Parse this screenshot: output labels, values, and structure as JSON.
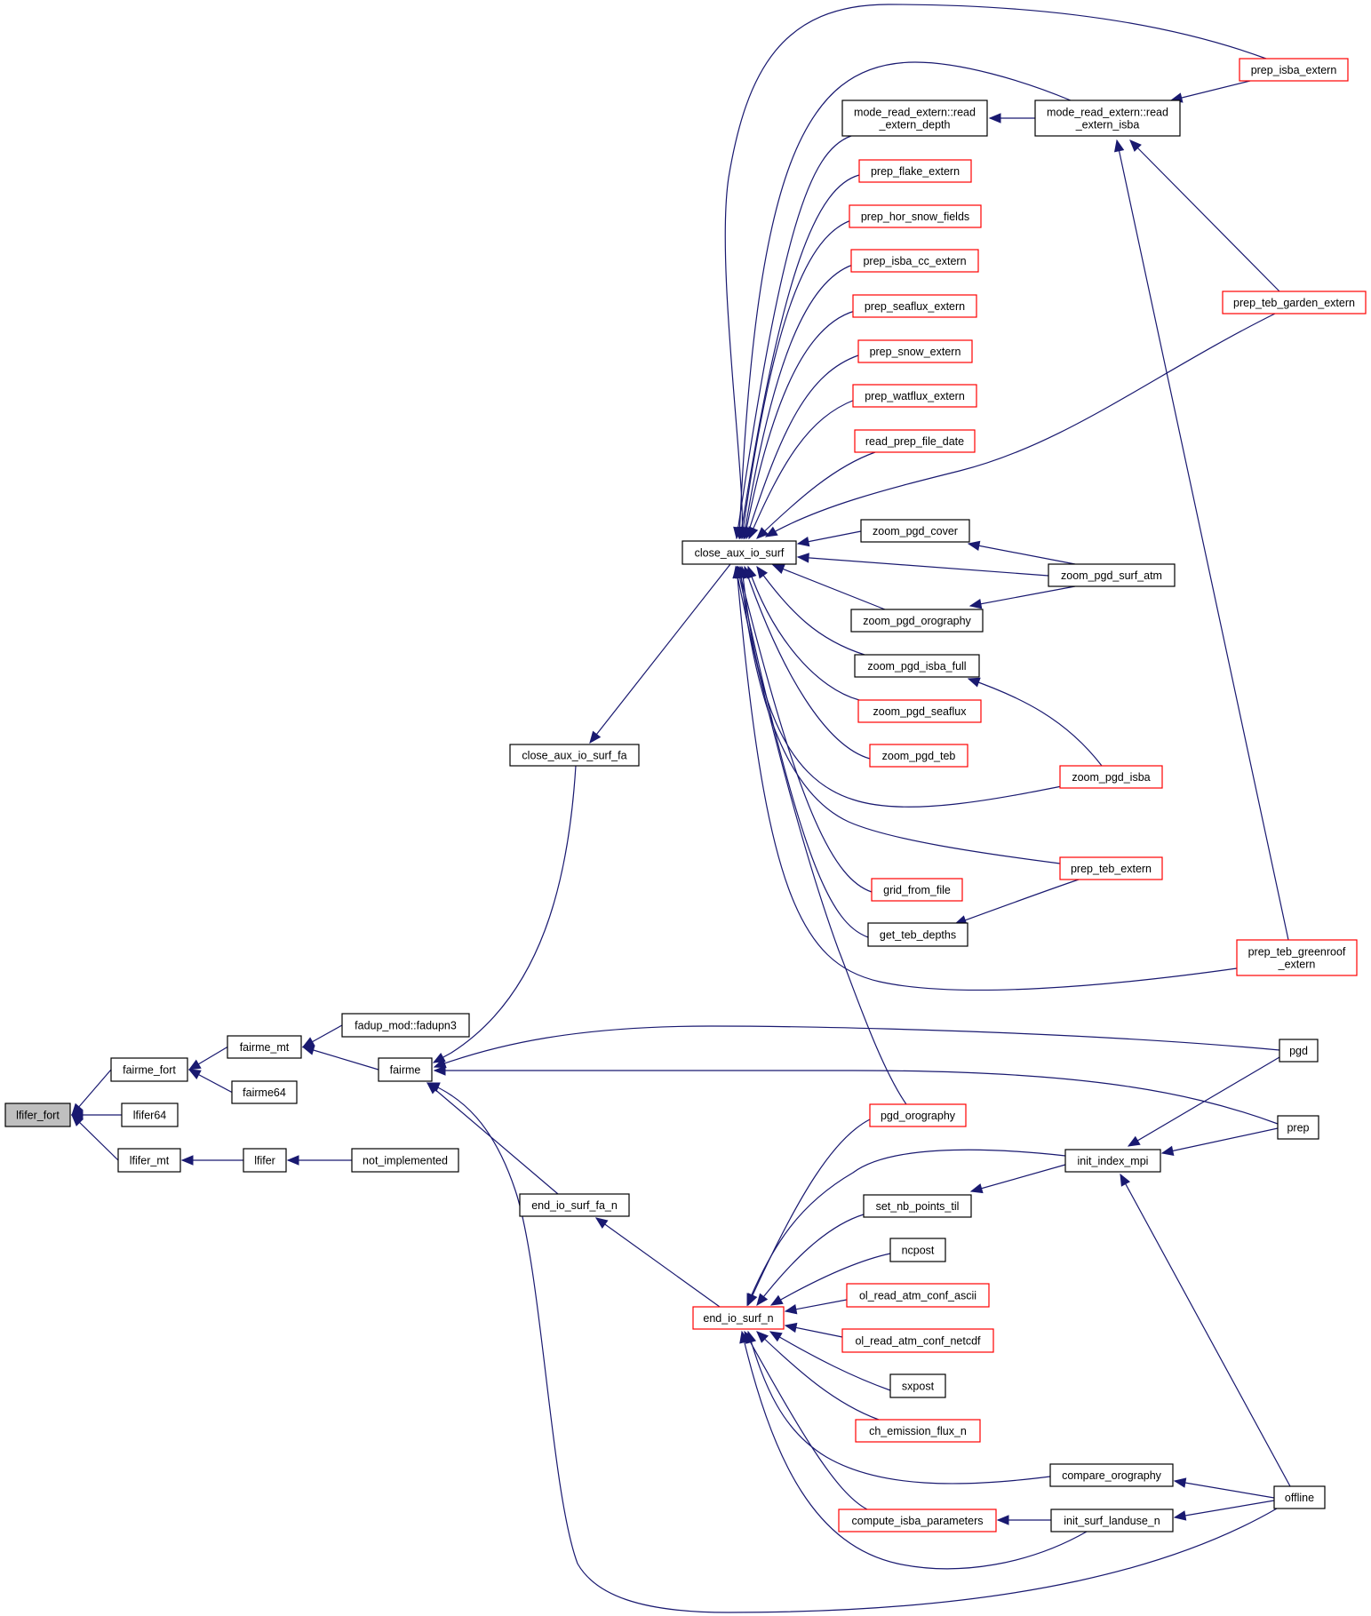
{
  "title": "lfifer_fort caller graph",
  "colors": {
    "edge": "#191970",
    "node_border": "#000000",
    "external_node_border": "#ff0000",
    "focus_node_fill": "#bfbfbf"
  },
  "nodes": [
    {
      "id": "lfifer_fort",
      "lines": [
        "lfifer_fort"
      ],
      "style": "focus"
    },
    {
      "id": "fairme_fort",
      "lines": [
        "fairme_fort"
      ],
      "style": "normal"
    },
    {
      "id": "lfifer64",
      "lines": [
        "lfifer64"
      ],
      "style": "normal"
    },
    {
      "id": "lfifer_mt",
      "lines": [
        "lfifer_mt"
      ],
      "style": "normal"
    },
    {
      "id": "fairme_mt",
      "lines": [
        "fairme_mt"
      ],
      "style": "normal"
    },
    {
      "id": "fairme64",
      "lines": [
        "fairme64"
      ],
      "style": "normal"
    },
    {
      "id": "lfifer",
      "lines": [
        "lfifer"
      ],
      "style": "normal"
    },
    {
      "id": "fadupn3",
      "lines": [
        "fadup_mod::fadupn3"
      ],
      "style": "normal"
    },
    {
      "id": "fairme",
      "lines": [
        "fairme"
      ],
      "style": "normal"
    },
    {
      "id": "not_implemented",
      "lines": [
        "not_implemented"
      ],
      "style": "normal"
    },
    {
      "id": "close_aux_io_surf_fa",
      "lines": [
        "close_aux_io_surf_fa"
      ],
      "style": "normal"
    },
    {
      "id": "end_io_surf_fa_n",
      "lines": [
        "end_io_surf_fa_n"
      ],
      "style": "normal"
    },
    {
      "id": "close_aux_io_surf",
      "lines": [
        "close_aux_io_surf"
      ],
      "style": "normal"
    },
    {
      "id": "end_io_surf_n",
      "lines": [
        "end_io_surf_n"
      ],
      "style": "red"
    },
    {
      "id": "read_extern_depth",
      "lines": [
        "mode_read_extern::read",
        "_extern_depth"
      ],
      "style": "normal"
    },
    {
      "id": "prep_flake_extern",
      "lines": [
        "prep_flake_extern"
      ],
      "style": "red"
    },
    {
      "id": "prep_hor_snow_fields",
      "lines": [
        "prep_hor_snow_fields"
      ],
      "style": "red"
    },
    {
      "id": "prep_isba_cc_extern",
      "lines": [
        "prep_isba_cc_extern"
      ],
      "style": "red"
    },
    {
      "id": "prep_seaflux_extern",
      "lines": [
        "prep_seaflux_extern"
      ],
      "style": "red"
    },
    {
      "id": "prep_snow_extern",
      "lines": [
        "prep_snow_extern"
      ],
      "style": "red"
    },
    {
      "id": "prep_watflux_extern",
      "lines": [
        "prep_watflux_extern"
      ],
      "style": "red"
    },
    {
      "id": "read_prep_file_date",
      "lines": [
        "read_prep_file_date"
      ],
      "style": "red"
    },
    {
      "id": "zoom_pgd_cover",
      "lines": [
        "zoom_pgd_cover"
      ],
      "style": "normal"
    },
    {
      "id": "zoom_pgd_orography",
      "lines": [
        "zoom_pgd_orography"
      ],
      "style": "normal"
    },
    {
      "id": "zoom_pgd_isba_full",
      "lines": [
        "zoom_pgd_isba_full"
      ],
      "style": "normal"
    },
    {
      "id": "zoom_pgd_seaflux",
      "lines": [
        "zoom_pgd_seaflux"
      ],
      "style": "red"
    },
    {
      "id": "zoom_pgd_teb",
      "lines": [
        "zoom_pgd_teb"
      ],
      "style": "red"
    },
    {
      "id": "grid_from_file",
      "lines": [
        "grid_from_file"
      ],
      "style": "red"
    },
    {
      "id": "get_teb_depths",
      "lines": [
        "get_teb_depths"
      ],
      "style": "normal"
    },
    {
      "id": "pgd_orography",
      "lines": [
        "pgd_orography"
      ],
      "style": "red"
    },
    {
      "id": "set_nb_points_til",
      "lines": [
        "set_nb_points_til"
      ],
      "style": "normal"
    },
    {
      "id": "ncpost",
      "lines": [
        "ncpost"
      ],
      "style": "normal"
    },
    {
      "id": "ol_read_atm_conf_ascii",
      "lines": [
        "ol_read_atm_conf_ascii"
      ],
      "style": "red"
    },
    {
      "id": "ol_read_atm_conf_netcdf",
      "lines": [
        "ol_read_atm_conf_netcdf"
      ],
      "style": "red"
    },
    {
      "id": "sxpost",
      "lines": [
        "sxpost"
      ],
      "style": "normal"
    },
    {
      "id": "ch_emission_flux_n",
      "lines": [
        "ch_emission_flux_n"
      ],
      "style": "red"
    },
    {
      "id": "compute_isba_parameters",
      "lines": [
        "compute_isba_parameters"
      ],
      "style": "red"
    },
    {
      "id": "read_extern_isba",
      "lines": [
        "mode_read_extern::read",
        "_extern_isba"
      ],
      "style": "normal"
    },
    {
      "id": "zoom_pgd_surf_atm",
      "lines": [
        "zoom_pgd_surf_atm"
      ],
      "style": "normal"
    },
    {
      "id": "zoom_pgd_isba",
      "lines": [
        "zoom_pgd_isba"
      ],
      "style": "red"
    },
    {
      "id": "prep_teb_extern",
      "lines": [
        "prep_teb_extern"
      ],
      "style": "red"
    },
    {
      "id": "init_index_mpi",
      "lines": [
        "init_index_mpi"
      ],
      "style": "normal"
    },
    {
      "id": "compare_orography",
      "lines": [
        "compare_orography"
      ],
      "style": "normal"
    },
    {
      "id": "init_surf_landuse_n",
      "lines": [
        "init_surf_landuse_n"
      ],
      "style": "normal"
    },
    {
      "id": "prep_isba_extern",
      "lines": [
        "prep_isba_extern"
      ],
      "style": "red"
    },
    {
      "id": "prep_teb_garden_extern",
      "lines": [
        "prep_teb_garden_extern"
      ],
      "style": "red"
    },
    {
      "id": "prep_teb_greenroof_extern",
      "lines": [
        "prep_teb_greenroof",
        "_extern"
      ],
      "style": "red"
    },
    {
      "id": "pgd",
      "lines": [
        "pgd"
      ],
      "style": "normal"
    },
    {
      "id": "prep",
      "lines": [
        "prep"
      ],
      "style": "normal"
    },
    {
      "id": "offline",
      "lines": [
        "offline"
      ],
      "style": "normal"
    }
  ],
  "edges": [
    {
      "from": "fairme_fort",
      "to": "lfifer_fort"
    },
    {
      "from": "lfifer64",
      "to": "lfifer_fort"
    },
    {
      "from": "lfifer_mt",
      "to": "lfifer_fort"
    },
    {
      "from": "fairme_mt",
      "to": "fairme_fort"
    },
    {
      "from": "fairme64",
      "to": "fairme_fort"
    },
    {
      "from": "lfifer",
      "to": "lfifer_mt"
    },
    {
      "from": "fadupn3",
      "to": "fairme_mt"
    },
    {
      "from": "fairme",
      "to": "fairme_mt"
    },
    {
      "from": "not_implemented",
      "to": "lfifer"
    },
    {
      "from": "close_aux_io_surf_fa",
      "to": "fairme"
    },
    {
      "from": "end_io_surf_fa_n",
      "to": "fairme"
    },
    {
      "from": "pgd",
      "to": "fairme"
    },
    {
      "from": "prep",
      "to": "fairme"
    },
    {
      "from": "offline",
      "to": "fairme"
    },
    {
      "from": "close_aux_io_surf",
      "to": "close_aux_io_surf_fa"
    },
    {
      "from": "end_io_surf_n",
      "to": "end_io_surf_fa_n"
    },
    {
      "from": "read_extern_depth",
      "to": "close_aux_io_surf"
    },
    {
      "from": "read_extern_isba",
      "to": "close_aux_io_surf"
    },
    {
      "from": "prep_isba_extern",
      "to": "close_aux_io_surf"
    },
    {
      "from": "prep_flake_extern",
      "to": "close_aux_io_surf"
    },
    {
      "from": "prep_hor_snow_fields",
      "to": "close_aux_io_surf"
    },
    {
      "from": "prep_isba_cc_extern",
      "to": "close_aux_io_surf"
    },
    {
      "from": "prep_seaflux_extern",
      "to": "close_aux_io_surf"
    },
    {
      "from": "prep_snow_extern",
      "to": "close_aux_io_surf"
    },
    {
      "from": "prep_watflux_extern",
      "to": "close_aux_io_surf"
    },
    {
      "from": "read_prep_file_date",
      "to": "close_aux_io_surf"
    },
    {
      "from": "prep_teb_garden_extern",
      "to": "close_aux_io_surf"
    },
    {
      "from": "zoom_pgd_cover",
      "to": "close_aux_io_surf"
    },
    {
      "from": "zoom_pgd_surf_atm",
      "to": "close_aux_io_surf"
    },
    {
      "from": "zoom_pgd_orography",
      "to": "close_aux_io_surf"
    },
    {
      "from": "zoom_pgd_isba_full",
      "to": "close_aux_io_surf"
    },
    {
      "from": "zoom_pgd_seaflux",
      "to": "close_aux_io_surf"
    },
    {
      "from": "zoom_pgd_teb",
      "to": "close_aux_io_surf"
    },
    {
      "from": "zoom_pgd_isba",
      "to": "close_aux_io_surf"
    },
    {
      "from": "prep_teb_extern",
      "to": "close_aux_io_surf"
    },
    {
      "from": "grid_from_file",
      "to": "close_aux_io_surf"
    },
    {
      "from": "get_teb_depths",
      "to": "close_aux_io_surf"
    },
    {
      "from": "prep_teb_greenroof_extern",
      "to": "close_aux_io_surf"
    },
    {
      "from": "pgd_orography",
      "to": "close_aux_io_surf"
    },
    {
      "from": "read_extern_isba",
      "to": "read_extern_depth"
    },
    {
      "from": "prep_isba_extern",
      "to": "read_extern_isba"
    },
    {
      "from": "prep_teb_garden_extern",
      "to": "read_extern_isba"
    },
    {
      "from": "prep_teb_greenroof_extern",
      "to": "read_extern_isba"
    },
    {
      "from": "zoom_pgd_surf_atm",
      "to": "zoom_pgd_cover"
    },
    {
      "from": "zoom_pgd_surf_atm",
      "to": "zoom_pgd_orography"
    },
    {
      "from": "zoom_pgd_isba",
      "to": "zoom_pgd_isba_full"
    },
    {
      "from": "prep_teb_extern",
      "to": "get_teb_depths"
    },
    {
      "from": "pgd_orography",
      "to": "end_io_surf_n"
    },
    {
      "from": "init_index_mpi",
      "to": "end_io_surf_n"
    },
    {
      "from": "set_nb_points_til",
      "to": "end_io_surf_n"
    },
    {
      "from": "ncpost",
      "to": "end_io_surf_n"
    },
    {
      "from": "ol_read_atm_conf_ascii",
      "to": "end_io_surf_n"
    },
    {
      "from": "ol_read_atm_conf_netcdf",
      "to": "end_io_surf_n"
    },
    {
      "from": "sxpost",
      "to": "end_io_surf_n"
    },
    {
      "from": "ch_emission_flux_n",
      "to": "end_io_surf_n"
    },
    {
      "from": "compare_orography",
      "to": "end_io_surf_n"
    },
    {
      "from": "compute_isba_parameters",
      "to": "end_io_surf_n"
    },
    {
      "from": "init_surf_landuse_n",
      "to": "end_io_surf_n"
    },
    {
      "from": "init_index_mpi",
      "to": "set_nb_points_til"
    },
    {
      "from": "init_surf_landuse_n",
      "to": "compute_isba_parameters"
    },
    {
      "from": "pgd",
      "to": "init_index_mpi"
    },
    {
      "from": "prep",
      "to": "init_index_mpi"
    },
    {
      "from": "offline",
      "to": "init_index_mpi"
    },
    {
      "from": "offline",
      "to": "compare_orography"
    },
    {
      "from": "offline",
      "to": "init_surf_landuse_n"
    }
  ]
}
